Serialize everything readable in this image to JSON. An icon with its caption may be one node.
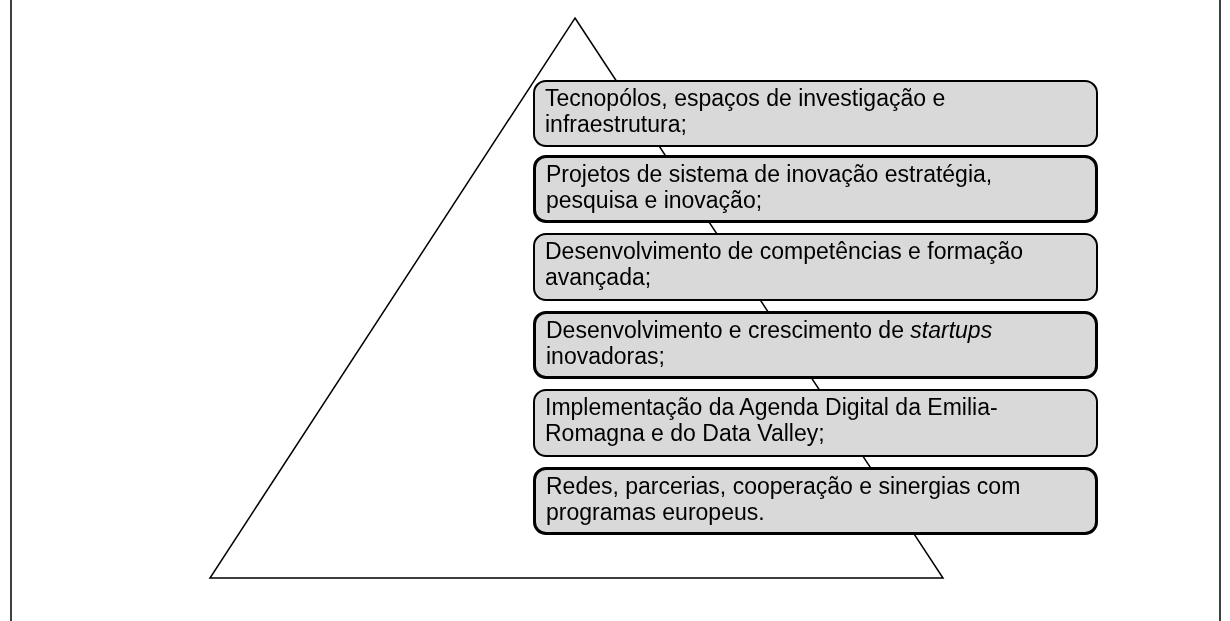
{
  "diagram": {
    "nodes": [
      {
        "text": [
          "Tecnopólos, espaços de investigação e infraestrutura;"
        ]
      },
      {
        "text": [
          "Projetos de sistema de inovação estratégia, pesquisa e inovação;"
        ]
      },
      {
        "text": [
          "Desenvolvimento de competências e formação avançada;"
        ]
      },
      {
        "text": [
          "Desenvolvimento e crescimento de *startups* inovadoras;"
        ]
      },
      {
        "text": [
          "Implementação da Agenda Digital da Emilia-Romagna e do Data Valley;"
        ]
      },
      {
        "text": [
          "Redes, parcerias, cooperação e sinergias com programas europeus."
        ]
      }
    ]
  }
}
